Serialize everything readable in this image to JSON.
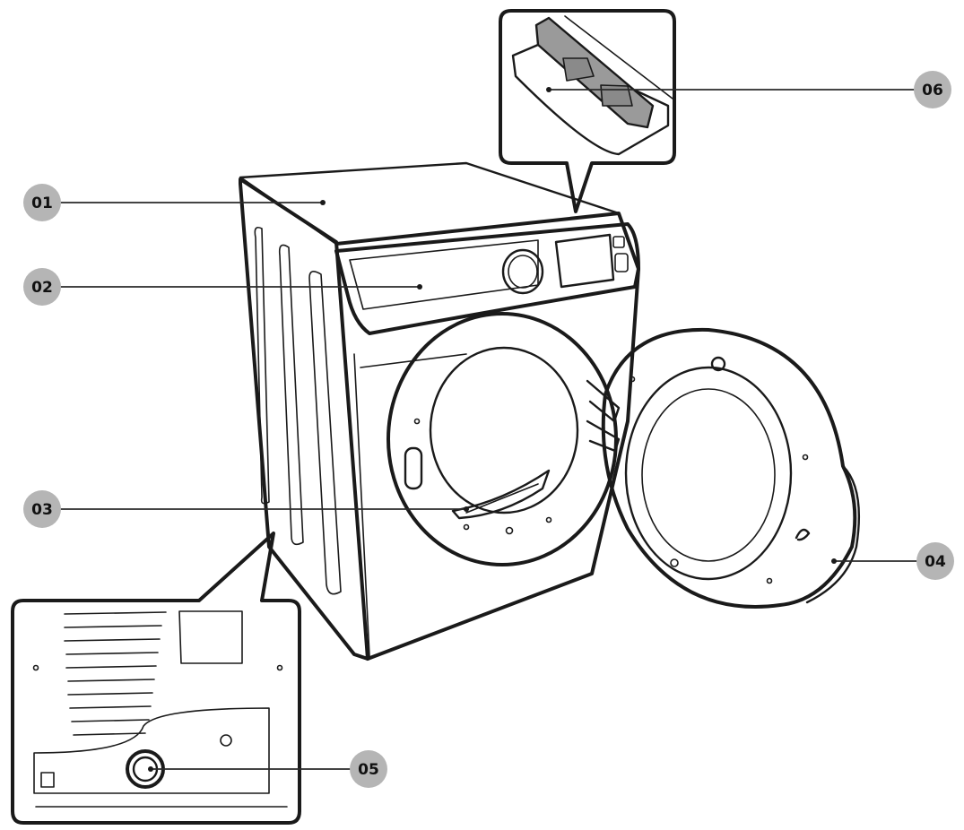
{
  "callouts": [
    {
      "id": "c01",
      "label": "01"
    },
    {
      "id": "c02",
      "label": "02"
    },
    {
      "id": "c03",
      "label": "03"
    },
    {
      "id": "c04",
      "label": "04"
    },
    {
      "id": "c05",
      "label": "05"
    },
    {
      "id": "c06",
      "label": "06"
    }
  ],
  "colors": {
    "line": "#1a1a1a",
    "badge": "#b5b5b5"
  }
}
